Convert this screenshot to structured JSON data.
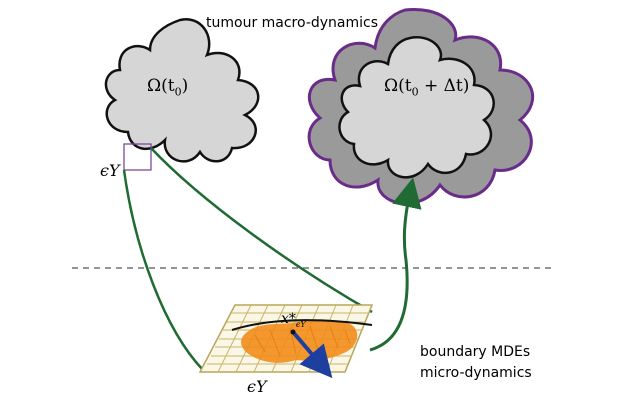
{
  "labels": {
    "macro_title": "tumour macro-dynamics",
    "omega_left_main": "Ω(t",
    "omega_left_sub": "0",
    "omega_left_tail": ")",
    "omega_right_main": "Ω(t",
    "omega_right_sub": "0",
    "omega_right_tail": " + Δt)",
    "eps_upper": "ϵY",
    "eps_lower": "ϵY",
    "x_star": "x*",
    "x_star_sub": "ϵY",
    "micro_line1": "boundary MDEs",
    "micro_line2": "micro-dynamics"
  },
  "colors": {
    "tumour_fill": "#d6d6d6",
    "tumour_outline": "#111111",
    "grown_region": "#9a9a9a",
    "grown_outline": "#6a2c8a",
    "zoom_box": "#7a4a9a",
    "connector_green": "#1f6b33",
    "grid_yellow": "#c9b66a",
    "cells_orange": "#f28c1a",
    "normal_arrow": "#1f3fa0",
    "divider": "#555555"
  }
}
